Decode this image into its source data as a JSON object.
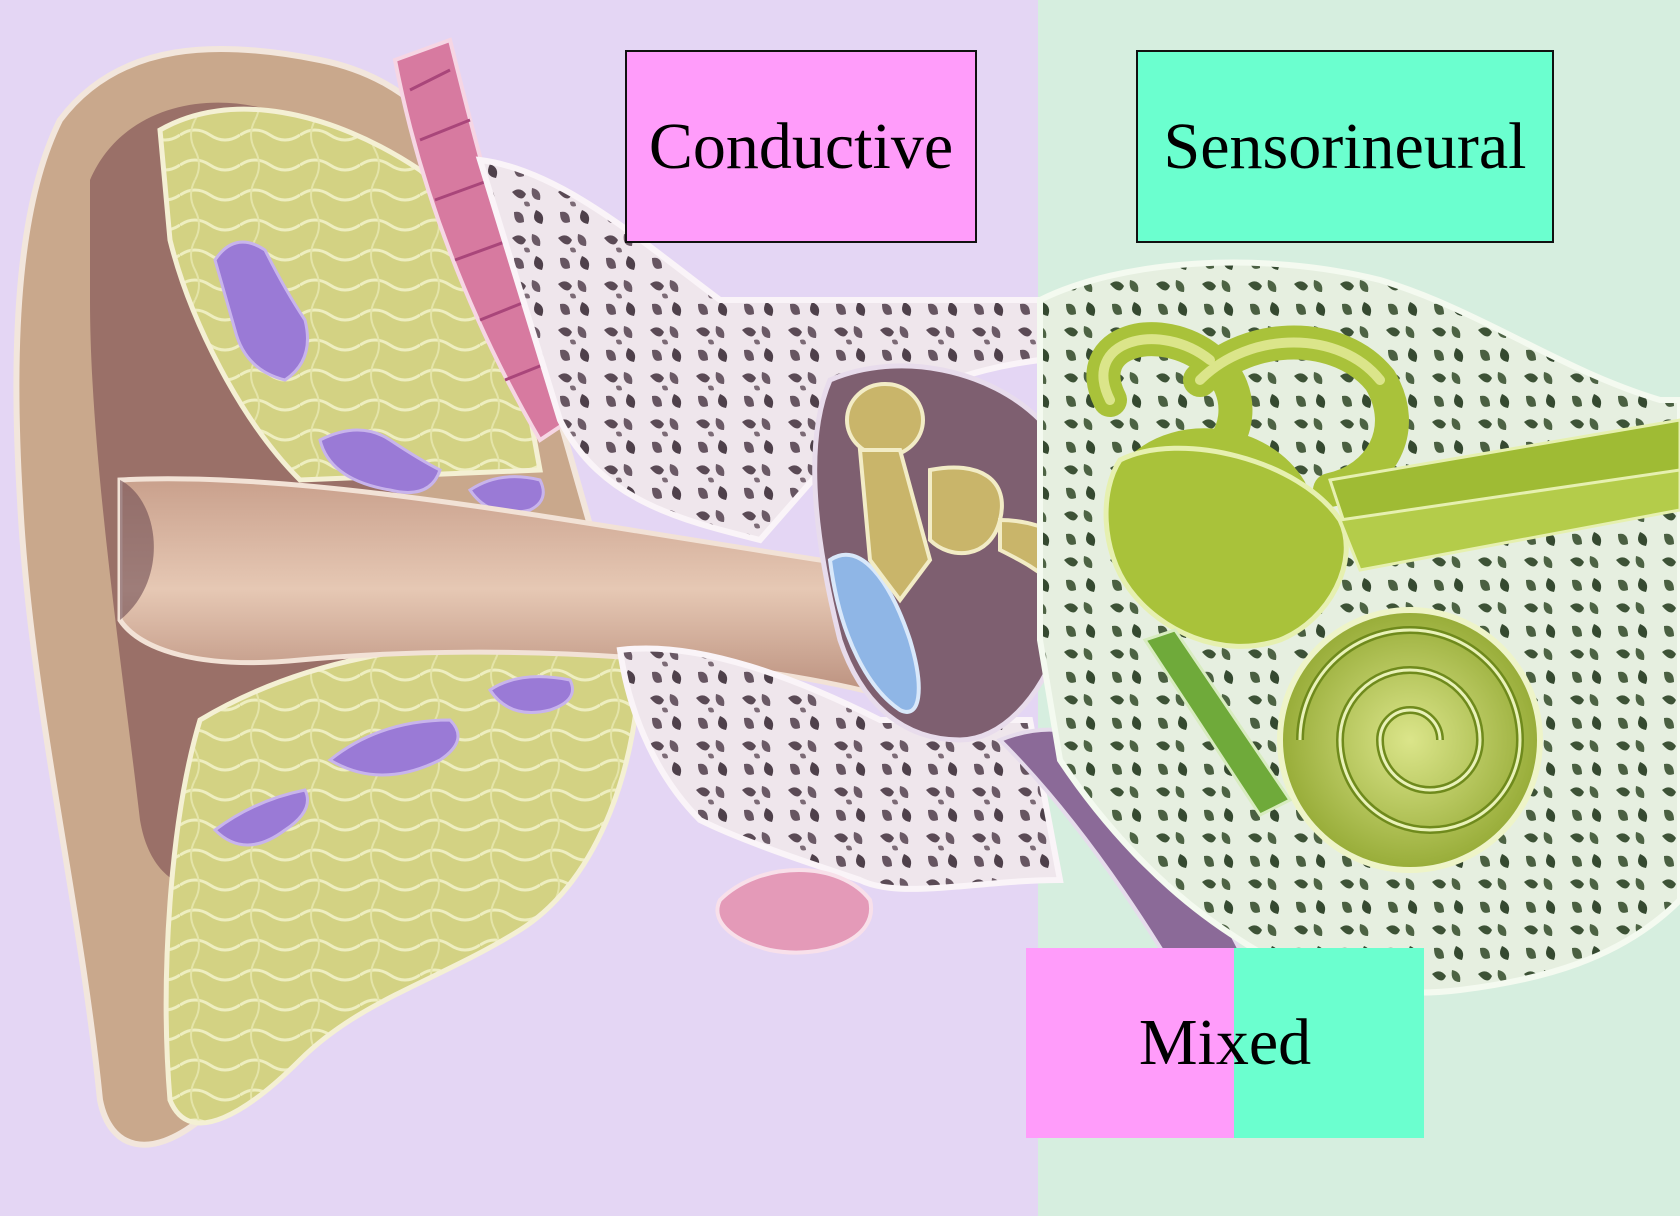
{
  "labels": {
    "conductive": "Conductive",
    "sensorineural": "Sensorineural",
    "mixed": "Mixed"
  },
  "colors": {
    "conductive_zone_bg": "#e4d6f4",
    "sensorineural_zone_bg": "#d6eedf",
    "conductive_box": "#ff9cfa",
    "sensorineural_box": "#6bffcf",
    "tissue_yellow": "#cfcf78",
    "bone_gray": "#8a7a86",
    "skin_brown": "#b68a6c",
    "inner_ear_green": "#a9c23a",
    "eardrum_blue": "#8fb6e6",
    "vessel_purple": "#9a7ad6",
    "muscle_pink": "#d77aa0"
  },
  "icons": {
    "illustration": "ear-anatomy-cross-section"
  }
}
